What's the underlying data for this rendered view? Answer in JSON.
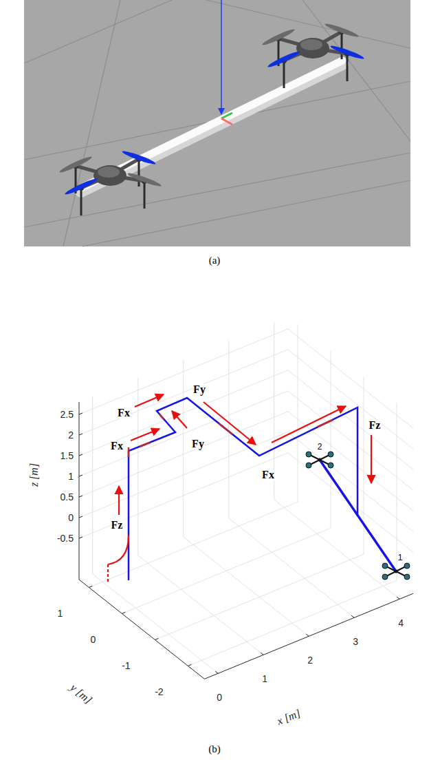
{
  "diagram": {
    "labels": [
      "(a)",
      "Fy",
      "Fx",
      "Fz",
      "Fy",
      "Fx",
      "Fx",
      "Fz",
      "2",
      "1",
      "2.5",
      "2",
      "1.5",
      "1",
      "0.5",
      "0",
      "-0.5",
      "z [m]",
      "1",
      "0",
      "-1",
      "-2",
      "y [m]",
      "0",
      "1",
      "2",
      "3",
      "4",
      "x [m]",
      "(b)"
    ]
  }
}
